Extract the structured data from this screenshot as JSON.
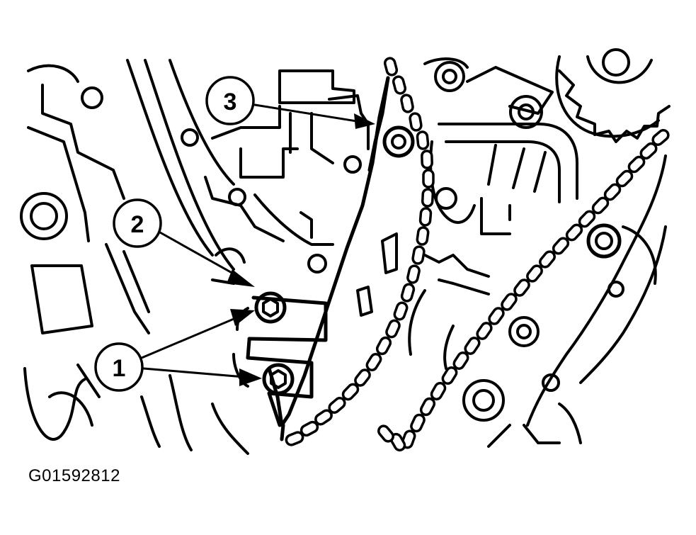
{
  "figure": {
    "code": "G01592812"
  },
  "callouts": [
    {
      "id": "1",
      "label": "1"
    },
    {
      "id": "2",
      "label": "2"
    },
    {
      "id": "3",
      "label": "3"
    }
  ],
  "colors": {
    "ink": "#000000",
    "paper": "#ffffff"
  }
}
